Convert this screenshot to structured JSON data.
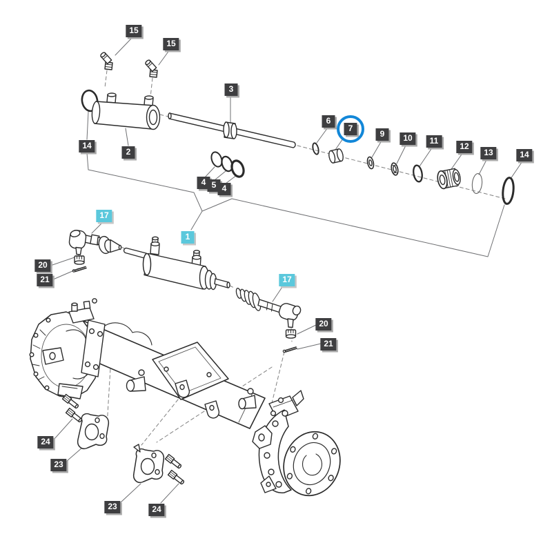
{
  "diagram": {
    "type": "exploded-parts-diagram",
    "colors": {
      "label_bg": "#3e3e40",
      "label_text": "#ffffff",
      "label_highlight_bg": "#5bc8dc",
      "highlight_ring": "#1287d8",
      "leader_line": "#6e6f72",
      "drawing_stroke": "#2b2b2b"
    },
    "highlighted_labels": [
      "1",
      "17"
    ],
    "circled_label": "7",
    "labels": {
      "p15a": "15",
      "p15b": "15",
      "p3": "3",
      "p14l": "14",
      "p2": "2",
      "p6": "6",
      "p7": "7",
      "p9": "9",
      "p10": "10",
      "p11": "11",
      "p12": "12",
      "p13": "13",
      "p14r": "14",
      "p4a": "4",
      "p5": "5",
      "p4b": "4",
      "p17l": "17",
      "p1": "1",
      "p20l": "20",
      "p21l": "21",
      "p17r": "17",
      "p20r": "20",
      "p21r": "21",
      "p24l": "24",
      "p23l": "23",
      "p23m": "23",
      "p24m": "24"
    }
  }
}
